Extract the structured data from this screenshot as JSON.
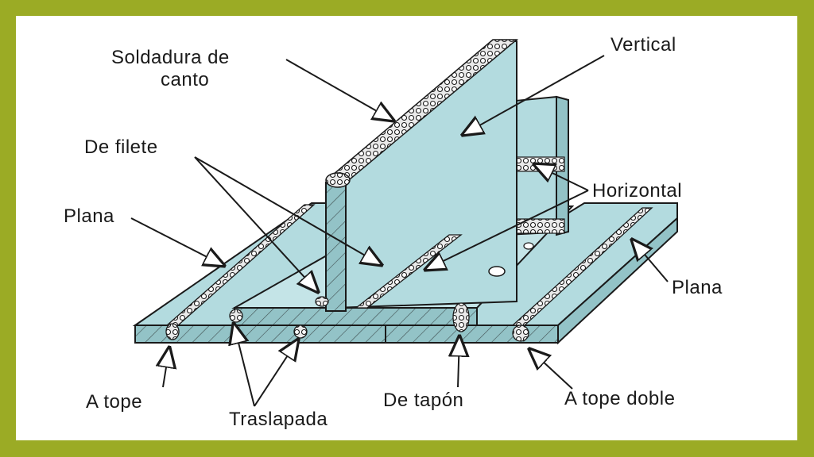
{
  "colors": {
    "frame": "#9bab25",
    "background": "#ffffff",
    "plate_top": "#b3dbdf",
    "plate_side": "#93c3c7",
    "outline": "#1a1a1a"
  },
  "labels": {
    "soldadura_canto_1": "Soldadura de",
    "soldadura_canto_2": "canto",
    "vertical": "Vertical",
    "de_filete": "De filete",
    "horizontal": "Horizontal",
    "plana_left": "Plana",
    "plana_right": "Plana",
    "a_tope": "A tope",
    "traslapada": "Traslapada",
    "de_tapon": "De tapón",
    "a_tope_doble": "A tope doble"
  }
}
